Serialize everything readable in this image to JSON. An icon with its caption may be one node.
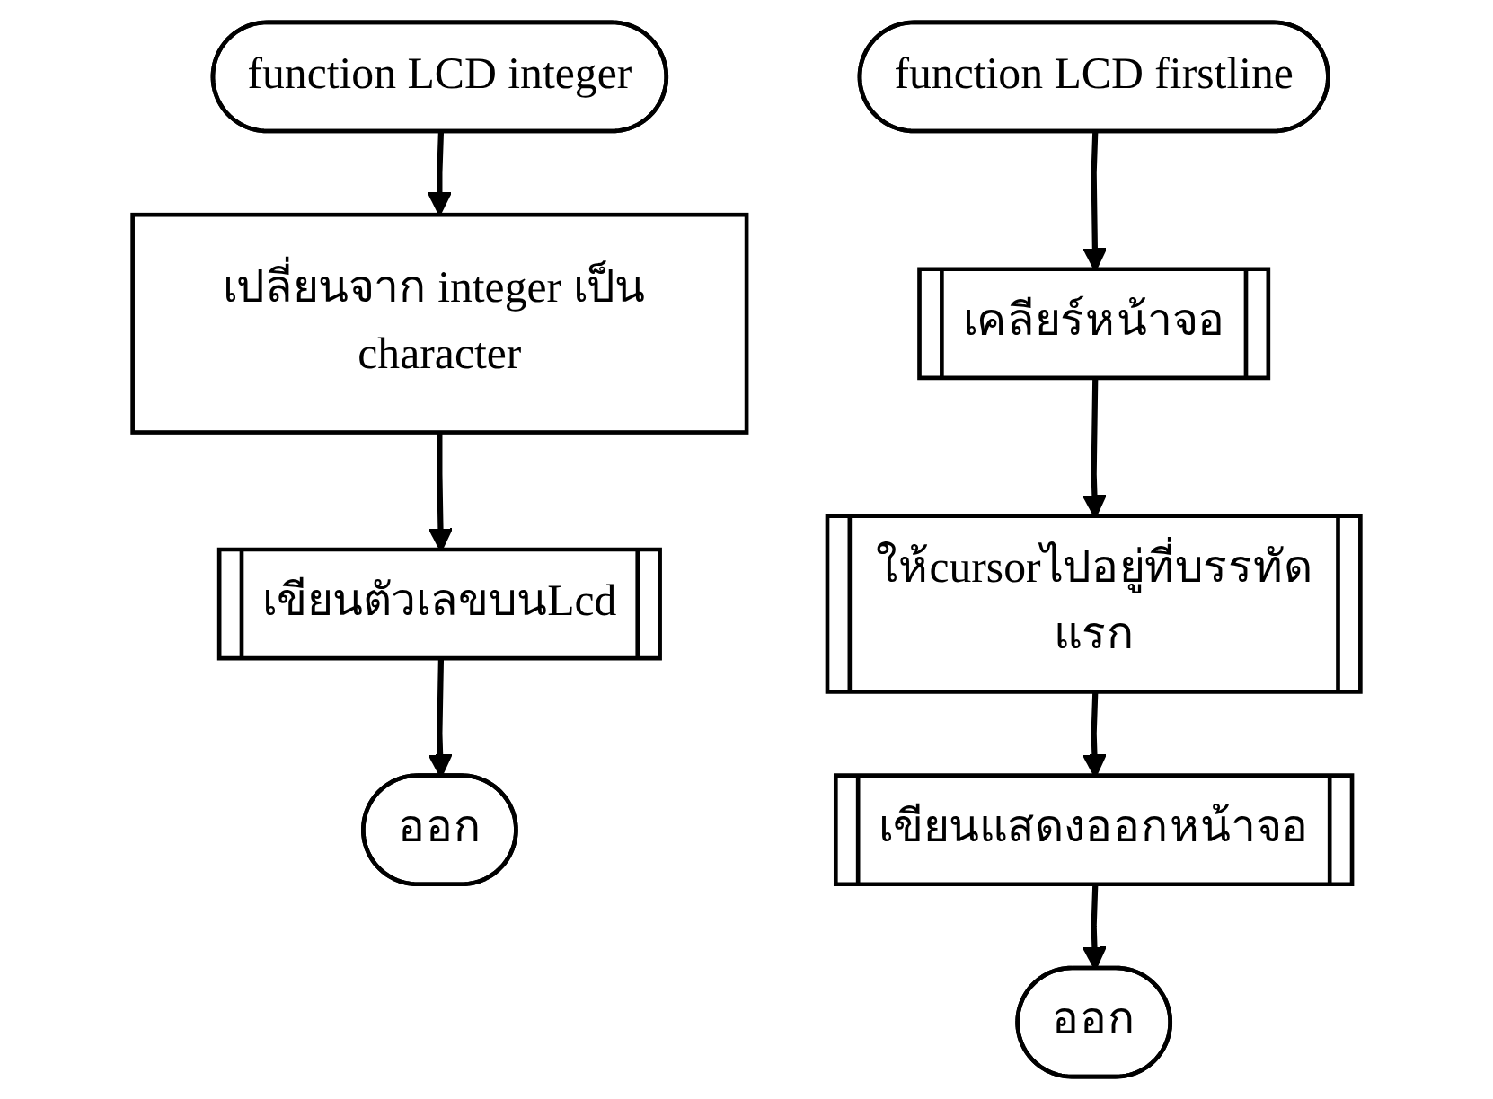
{
  "diagram": {
    "nodes": [
      {
        "text": [
          "function LCD integer"
        ]
      },
      {
        "text": [
          "เปลี่ยนจาก integer เป็น character"
        ]
      },
      {
        "text": [
          "เขียนตัวเลขบนLcd"
        ]
      },
      {
        "text": [
          "ออก"
        ]
      },
      {
        "text": [
          "function LCD firstline"
        ]
      },
      {
        "text": [
          "เคลียร์หน้าจอ"
        ]
      },
      {
        "text": [
          "ให้cursorไปอยู่ที่บรรทัดแรก"
        ]
      },
      {
        "text": [
          "เขียนแสดงออกหน้าจอ"
        ]
      },
      {
        "text": [
          "ออก"
        ]
      }
    ],
    "edges": [
      {
        "from": 0,
        "to": 1,
        "arrow": "to"
      },
      {
        "from": 1,
        "to": 2,
        "arrow": "to"
      },
      {
        "from": 2,
        "to": 3,
        "arrow": "to"
      },
      {
        "from": 4,
        "to": 5,
        "arrow": "to"
      },
      {
        "from": 5,
        "to": 6,
        "arrow": "to"
      },
      {
        "from": 6,
        "to": 7,
        "arrow": "to"
      },
      {
        "from": 7,
        "to": 8,
        "arrow": "to"
      }
    ]
  }
}
